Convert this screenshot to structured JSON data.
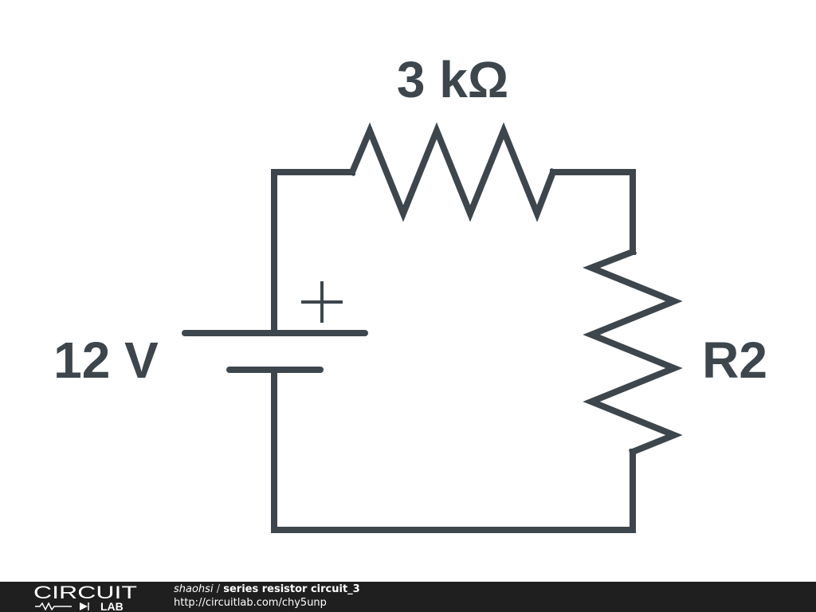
{
  "circuit": {
    "source_label": "12 V",
    "source_polarity": "+",
    "resistor_top_label": "3 kΩ",
    "resistor_right_label": "R2",
    "color": "#3d464d"
  },
  "footer": {
    "logo_top": "CIRCUIT",
    "logo_bottom": "LAB",
    "author": "shaohsi",
    "separator": "/",
    "title": "series resistor circuit_3",
    "url": "http://circuitlab.com/chy5unp",
    "background": "#1f1f1f"
  }
}
